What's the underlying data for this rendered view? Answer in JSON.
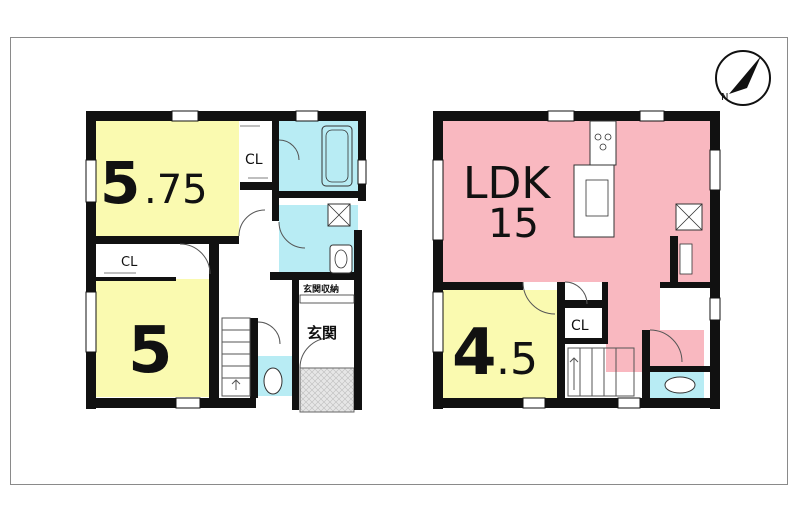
{
  "floor1": {
    "rooms": {
      "bedroom_upper_number": "5",
      "bedroom_upper_decimal": ".75",
      "bedroom_lower_number": "5",
      "closet_upper": "CL",
      "closet_lower": "CL",
      "entrance": "玄関",
      "entrance_storage": "玄関収納"
    }
  },
  "floor2": {
    "rooms": {
      "ldk_label": "LDK",
      "ldk_size": "15",
      "room_number": "4",
      "room_decimal": ".5",
      "closet": "CL"
    }
  },
  "compass": {
    "north_label": "N"
  },
  "colors": {
    "yellow_room": "#fafab0",
    "bath_blue": "#b8ecf4",
    "ldk_pink": "#f9b8c0",
    "wall": "#111111"
  }
}
